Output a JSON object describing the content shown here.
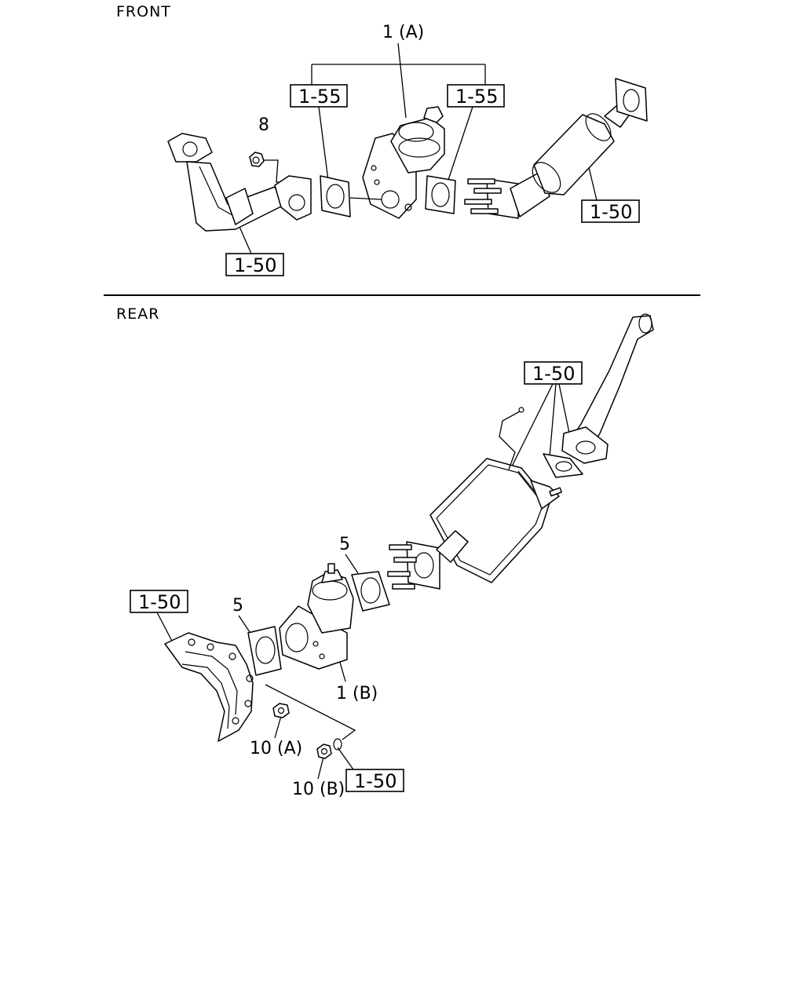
{
  "sections": {
    "front": "FRONT",
    "rear": "REAR"
  },
  "front": {
    "callout_1a": "1 (A)",
    "callout_8": "8",
    "ref_gasket_left": "1-55",
    "ref_gasket_right": "1-55",
    "ref_pipe_right": "1-50",
    "ref_pipe_left": "1-50"
  },
  "rear": {
    "ref_muffler": "1-50",
    "ref_manifold": "1-50",
    "ref_nut": "1-50",
    "callout_5_upper": "5",
    "callout_5_lower": "5",
    "callout_1b": "1 (B)",
    "callout_10a": "10 (A)",
    "callout_10b": "10 (B)"
  }
}
